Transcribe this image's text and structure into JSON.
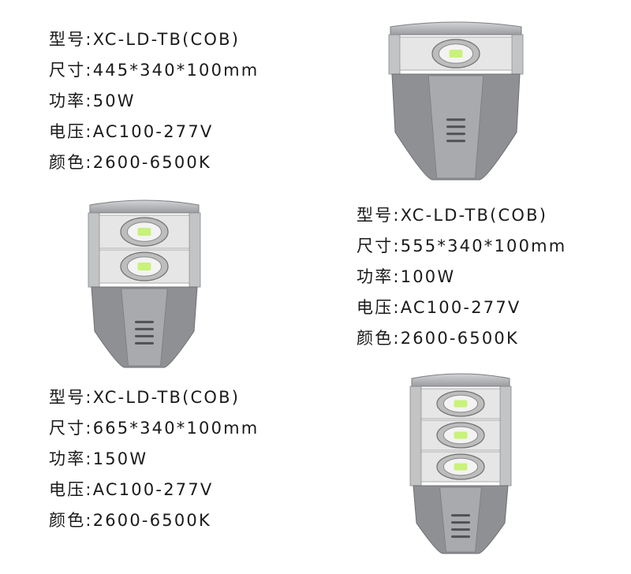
{
  "separator": ":",
  "colors": {
    "housing_light": "#c2c4c6",
    "housing_dark": "#8e9093",
    "lens_panel": "#e6e6e6",
    "led_chip": "#c8f27a",
    "text": "#1a1a1a"
  },
  "products": [
    {
      "heads": 1,
      "specs": [
        {
          "label": "型号",
          "value": "XC-LD-TB(COB)"
        },
        {
          "label": "尺寸",
          "value": "445*340*100mm"
        },
        {
          "label": "功率",
          "value": "50W"
        },
        {
          "label": "电压",
          "value": "AC100-277V"
        },
        {
          "label": "颜色",
          "value": "2600-6500K"
        }
      ]
    },
    {
      "heads": 2,
      "specs": [
        {
          "label": "型号",
          "value": "XC-LD-TB(COB)"
        },
        {
          "label": "尺寸",
          "value": "555*340*100mm"
        },
        {
          "label": "功率",
          "value": "100W"
        },
        {
          "label": "电压",
          "value": "AC100-277V"
        },
        {
          "label": "颜色",
          "value": "2600-6500K"
        }
      ]
    },
    {
      "heads": 3,
      "specs": [
        {
          "label": "型号",
          "value": "XC-LD-TB(COB)"
        },
        {
          "label": "尺寸",
          "value": "665*340*100mm"
        },
        {
          "label": "功率",
          "value": "150W"
        },
        {
          "label": "电压",
          "value": "AC100-277V"
        },
        {
          "label": "颜色",
          "value": "2600-6500K"
        }
      ]
    }
  ]
}
